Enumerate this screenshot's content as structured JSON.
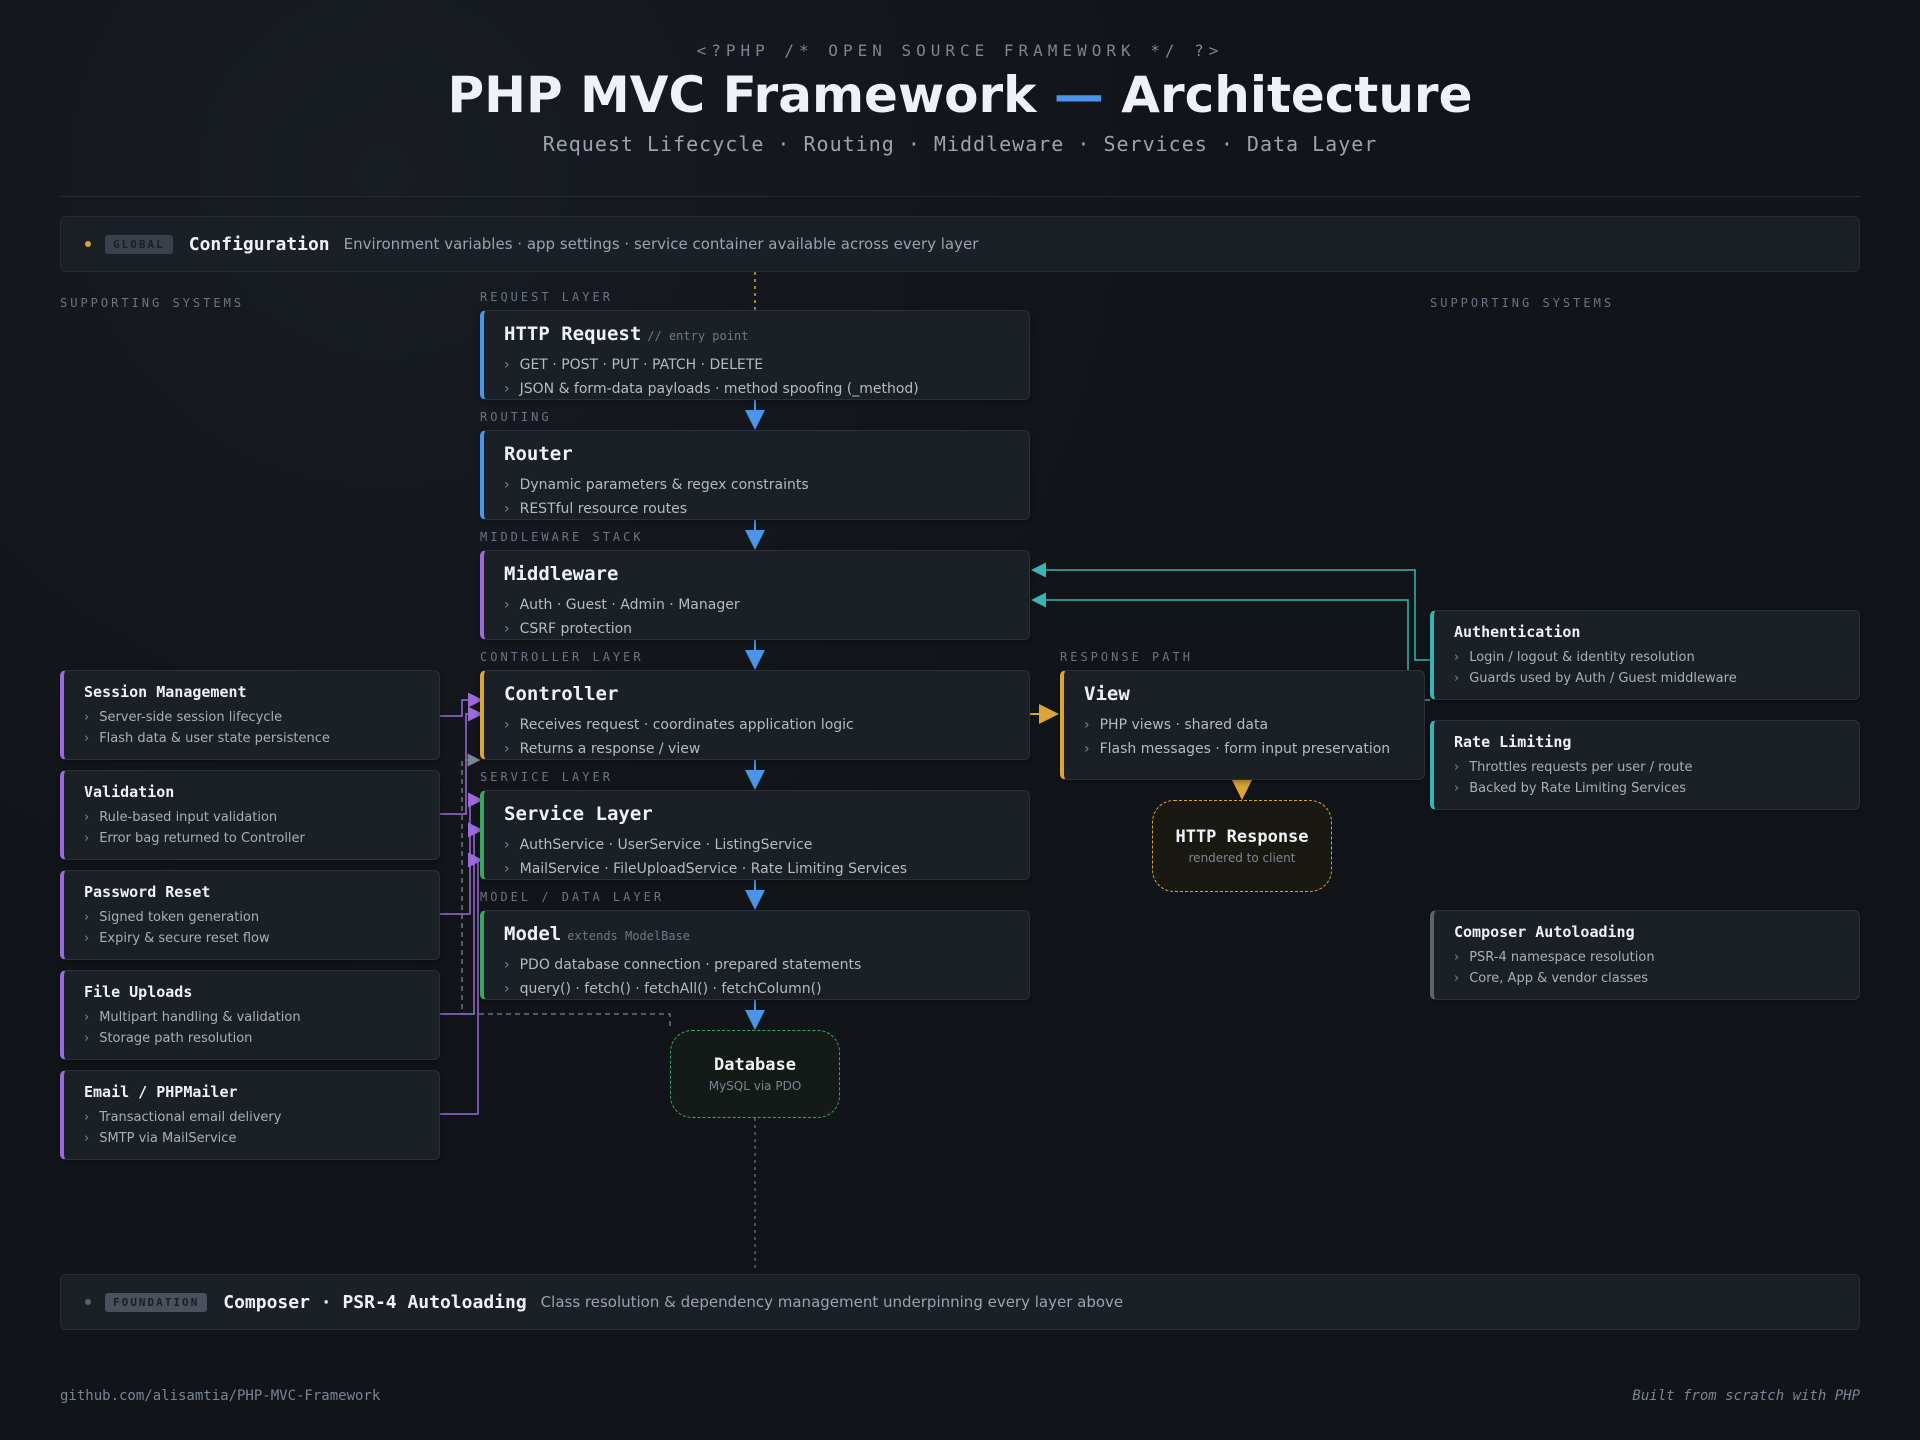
{
  "header": {
    "kicker": "<?PHP  /* OPEN SOURCE FRAMEWORK */ ?>",
    "title_a": "PHP MVC Framework",
    "title_dash": "—",
    "title_b": "Architecture",
    "subtitle": "Request Lifecycle · Routing · Middleware · Services · Data Layer"
  },
  "config_band": {
    "tag": "GLOBAL",
    "title": "Configuration",
    "desc": "Environment variables · app settings · service container available across every layer"
  },
  "foundation_band": {
    "tag": "FOUNDATION",
    "title": "Composer · PSR-4 Autoloading",
    "desc": "Class resolution & dependency management underpinning every layer above"
  },
  "section_labels": {
    "supporting_left": "SUPPORTING SYSTEMS",
    "supporting_right": "SUPPORTING SYSTEMS",
    "request": "REQUEST LAYER",
    "routing": "ROUTING",
    "middleware": "MIDDLEWARE STACK",
    "controller": "CONTROLLER LAYER",
    "service": "SERVICE LAYER",
    "model": "MODEL / DATA LAYER",
    "response": "RESPONSE PATH"
  },
  "main": {
    "request": {
      "title": "HTTP Request",
      "sub": "// entry point",
      "items": [
        "GET · POST · PUT · PATCH · DELETE",
        "JSON & form-data payloads · method spoofing (_method)"
      ]
    },
    "router": {
      "title": "Router",
      "items": [
        "Dynamic parameters & regex constraints",
        "RESTful resource routes"
      ]
    },
    "middleware": {
      "title": "Middleware",
      "items": [
        "Auth · Guest · Admin · Manager",
        "CSRF protection"
      ]
    },
    "controller": {
      "title": "Controller",
      "items": [
        "Receives request · coordinates application logic",
        "Returns a response / view"
      ]
    },
    "service": {
      "title": "Service Layer",
      "items": [
        "AuthService · UserService · ListingService",
        "MailService · FileUploadService · Rate Limiting Services"
      ]
    },
    "model": {
      "title": "Model",
      "sub": "extends ModelBase",
      "items": [
        "PDO database connection · prepared statements",
        "query() · fetch() · fetchAll() · fetchColumn()"
      ]
    },
    "view": {
      "title": "View",
      "items": [
        "PHP views · shared data",
        "Flash messages · form input preservation"
      ]
    }
  },
  "pills": {
    "database": {
      "title": "Database",
      "sub": "MySQL via PDO"
    },
    "response": {
      "title": "HTTP Response",
      "sub": "rendered to client"
    }
  },
  "left_systems": [
    {
      "title": "Session Management",
      "items": [
        "Server-side session lifecycle",
        "Flash data & user state persistence"
      ]
    },
    {
      "title": "Validation",
      "items": [
        "Rule-based input validation",
        "Error bag returned to Controller"
      ]
    },
    {
      "title": "Password Reset",
      "items": [
        "Signed token generation",
        "Expiry & secure reset flow"
      ]
    },
    {
      "title": "File Uploads",
      "items": [
        "Multipart handling & validation",
        "Storage path resolution"
      ]
    },
    {
      "title": "Email / PHPMailer",
      "items": [
        "Transactional email delivery",
        "SMTP via MailService"
      ]
    }
  ],
  "right_systems": [
    {
      "title": "Authentication",
      "items": [
        "Login / logout & identity resolution",
        "Guards used by Auth / Guest middleware"
      ]
    },
    {
      "title": "Rate Limiting",
      "items": [
        "Throttles requests per user / route",
        "Backed by Rate Limiting Services"
      ]
    },
    {
      "title": "Composer Autoloading",
      "items": [
        "PSR-4 namespace resolution",
        "Core, App & vendor classes"
      ]
    }
  ],
  "footer": {
    "left": "github.com/alisamtia/PHP-MVC-Framework",
    "right": "Built from scratch with PHP"
  },
  "colors": {
    "blue": "#4a95e8",
    "purple": "#9b6bdc",
    "amber": "#d9a53a",
    "green": "#3aa85a",
    "teal": "#3bb3b3",
    "gray": "#5d6470"
  }
}
